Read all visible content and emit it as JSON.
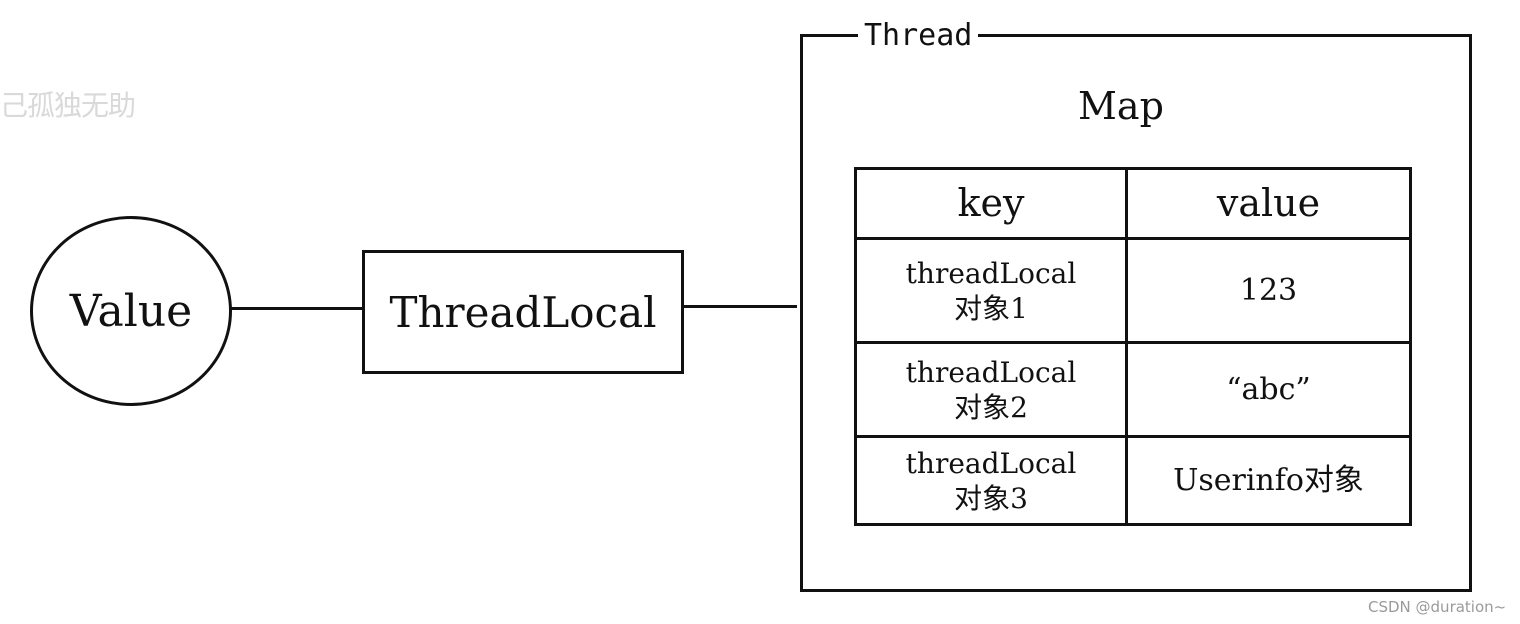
{
  "watermarks": {
    "left": "己孤独无助",
    "right": "CSDN @duration~"
  },
  "diagram": {
    "value_node": "Value",
    "threadlocal_node": "ThreadLocal",
    "thread_label": "Thread",
    "map_title": "Map",
    "table": {
      "headers": [
        "key",
        "value"
      ],
      "rows": [
        {
          "key_line1": "threadLocal",
          "key_line2": "对象1",
          "value": "123"
        },
        {
          "key_line1": "threadLocal",
          "key_line2": "对象2",
          "value": "“abc”"
        },
        {
          "key_line1": "threadLocal",
          "key_line2": "对象3",
          "value": "Userinfo对象"
        }
      ]
    }
  }
}
